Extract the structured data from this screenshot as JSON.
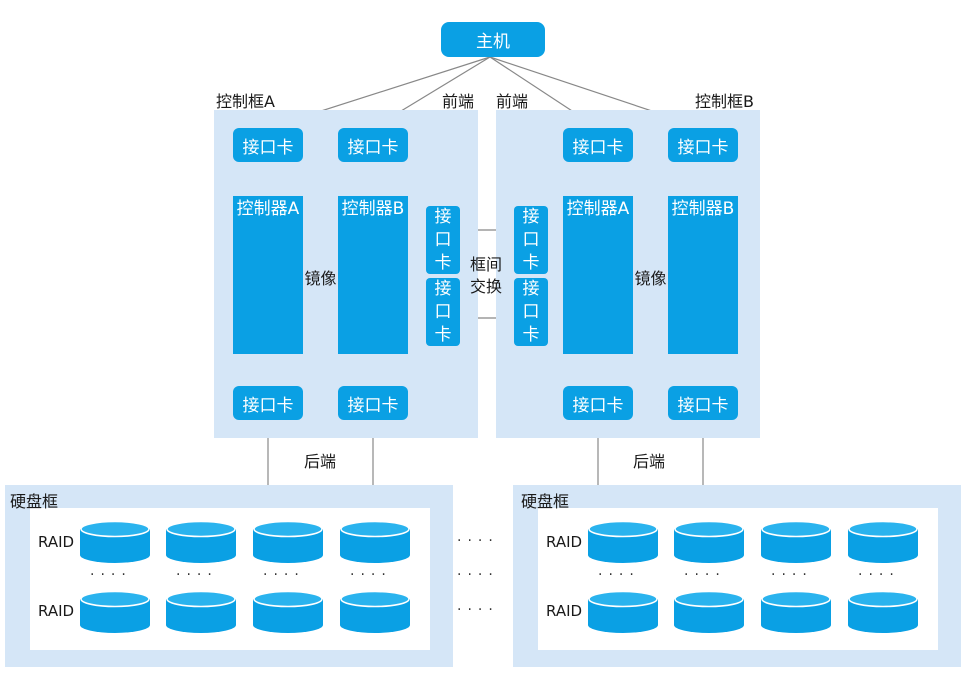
{
  "host": {
    "label": "主机"
  },
  "frames": {
    "left": {
      "title": "控制框A",
      "front_label": "前端"
    },
    "right": {
      "title": "控制框B",
      "front_label": "前端"
    }
  },
  "labels": {
    "interface_card": "接口卡",
    "controller_a": "控制器A",
    "controller_b": "控制器B",
    "mirror": "镜像",
    "inter_frame_line1": "框间",
    "inter_frame_line2": "交换",
    "vcard_chars": [
      "接",
      "口",
      "卡"
    ],
    "back_end": "后端",
    "disk_enclosure": "硬盘框",
    "raid": "RAID",
    "ellipsis": "····"
  },
  "colors": {
    "accent": "#0aa0e4",
    "frame_bg": "#d5e6f7",
    "line": "#888888"
  }
}
